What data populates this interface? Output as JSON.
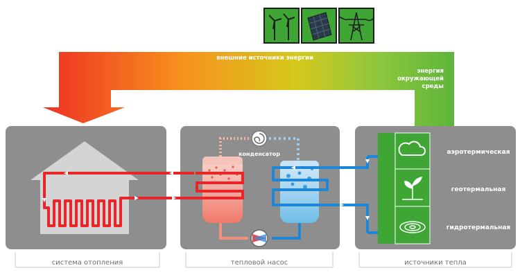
{
  "external_energy_label": "внешние источники энергии",
  "ambient_energy_label": [
    "энергия",
    "окружающей",
    "среды"
  ],
  "condenser_label": "конденсатор",
  "panels": {
    "heating": "система отопления",
    "heat_pump": "тепловой насос",
    "heat_sources": "источники тепла"
  },
  "sources": [
    {
      "label": "аэротермическая",
      "icon": "cloud-icon"
    },
    {
      "label": "геотермальная",
      "icon": "sprout-icon"
    },
    {
      "label": "гидротермальная",
      "icon": "water-ripple-icon"
    }
  ],
  "top_icons": [
    "wind-turbine-icon",
    "solar-panel-icon",
    "power-line-icon"
  ],
  "colors": {
    "hot": "#e8262a",
    "cold": "#1e86d6",
    "green": "#3fa535",
    "panel_gray": "#8e8e8e",
    "gradient": [
      "#f0392b",
      "#f7931e",
      "#d6c51a",
      "#8cc63f",
      "#5db33a"
    ]
  }
}
